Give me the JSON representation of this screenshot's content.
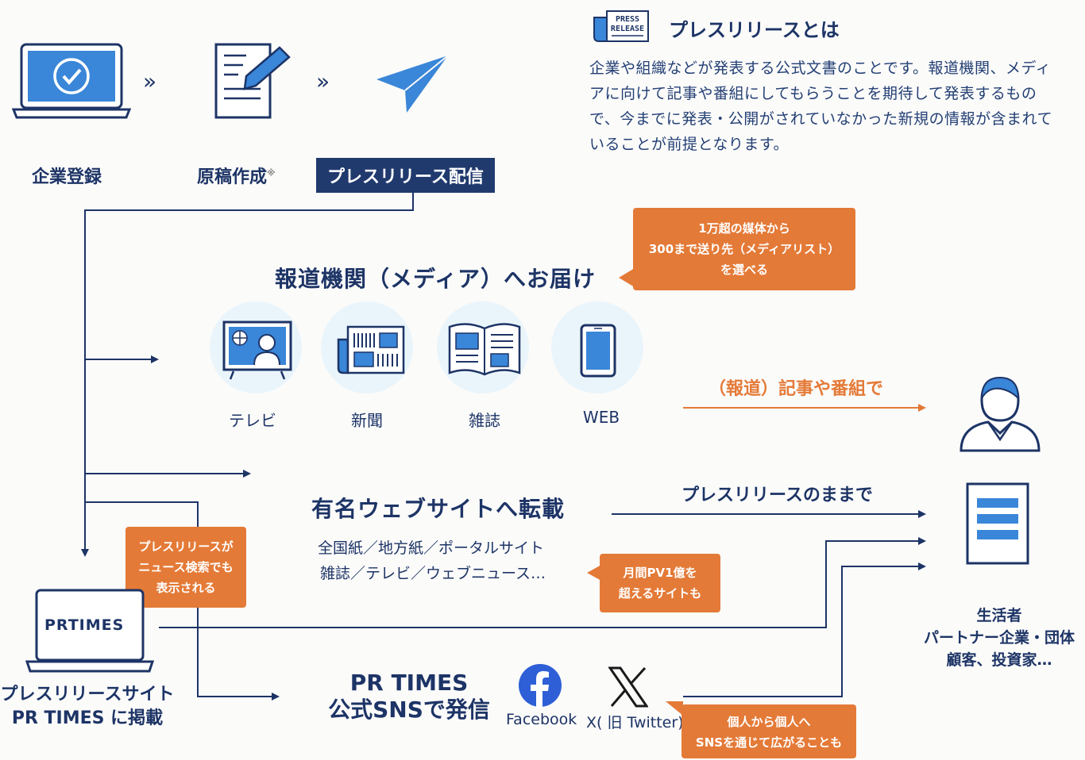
{
  "flow": {
    "step1": "企業登録",
    "step2": "原稿作成",
    "step2_note": "※",
    "step3": "プレスリリース配信"
  },
  "press_release": {
    "icon_line1": "PRESS",
    "icon_line2": "RELEASE",
    "title": "プレスリリースとは",
    "desc": "企業や組織などが発表する公式文書のことです。報道機関、メディアに向けて記事や番組にしてもらうことを期待して発表するもので、今までに発表・公開がされていなかった新規の情報が含まれていることが前提となります。"
  },
  "media_section": {
    "heading": "報道機関（メディア）へお届け",
    "callout": [
      "1万超の媒体から",
      "300まで送り先（メディアリスト）",
      "を選べる"
    ],
    "items": [
      "テレビ",
      "新聞",
      "雑誌",
      "WEB"
    ],
    "arrow_label": "（報道）記事や番組で"
  },
  "web_section": {
    "heading": "有名ウェブサイトへ転載",
    "line1": "全国紙／地方紙／ポータルサイト",
    "line2": "雑誌／テレビ／ウェブニュース…",
    "callout": [
      "月間PV1億を",
      "超えるサイトも"
    ],
    "arrow_label": "プレスリリースのままで"
  },
  "prtimes": {
    "logo": "PRTIMES",
    "callout": [
      "プレスリリースが",
      "ニュース検索でも",
      "表示される"
    ],
    "title_line1": "プレスリリースサイト",
    "title_line2": "PR TIMES に掲載"
  },
  "sns": {
    "heading_line1": "PR TIMES",
    "heading_line2": "公式SNSで発信",
    "facebook": "Facebook",
    "x": "X( 旧 Twitter)",
    "callout": [
      "個人から個人へ",
      "SNSを通じて広がることも"
    ]
  },
  "audience": {
    "line1": "生活者",
    "line2": "パートナー企業・団体",
    "line3": "顧客、投資家…"
  },
  "colors": {
    "navy": "#1d3466",
    "orange": "#e47a37",
    "icon_blue": "#3a86d8",
    "light_blue": "#eaf5fb"
  }
}
